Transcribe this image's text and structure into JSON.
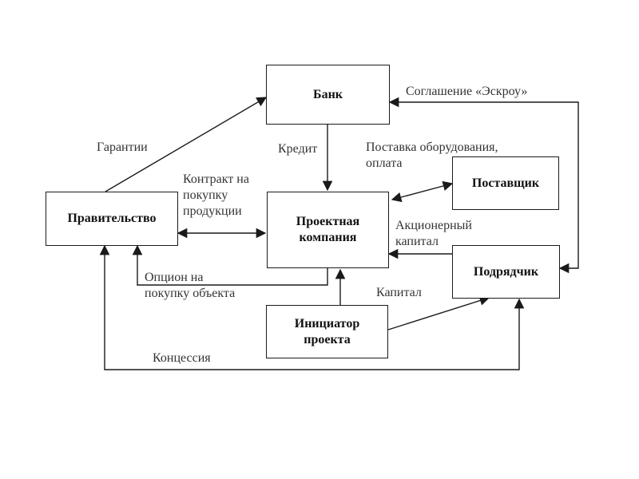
{
  "nodes": {
    "bank": "Банк",
    "government": "Правительство",
    "project_company": [
      "Проектная",
      "компания"
    ],
    "supplier": "Поставщик",
    "contractor": "Подрядчик",
    "initiator": [
      "Инициатор",
      "проекта"
    ]
  },
  "edge_labels": {
    "escrow": "Соглашение «Эскроу»",
    "guarantees": "Гарантии",
    "credit": "Кредит",
    "supply": [
      "Поставка оборудования,",
      "оплата"
    ],
    "purchase_contract": [
      "Контракт на",
      "покупку",
      "продукции"
    ],
    "equity": [
      "Акционерный",
      "капитал"
    ],
    "option": [
      "Опцион на",
      "покупку объекта"
    ],
    "capital": "Капитал",
    "concession": "Концессия"
  },
  "colors": {
    "line": "#1a1a1a",
    "text": "#333333"
  }
}
